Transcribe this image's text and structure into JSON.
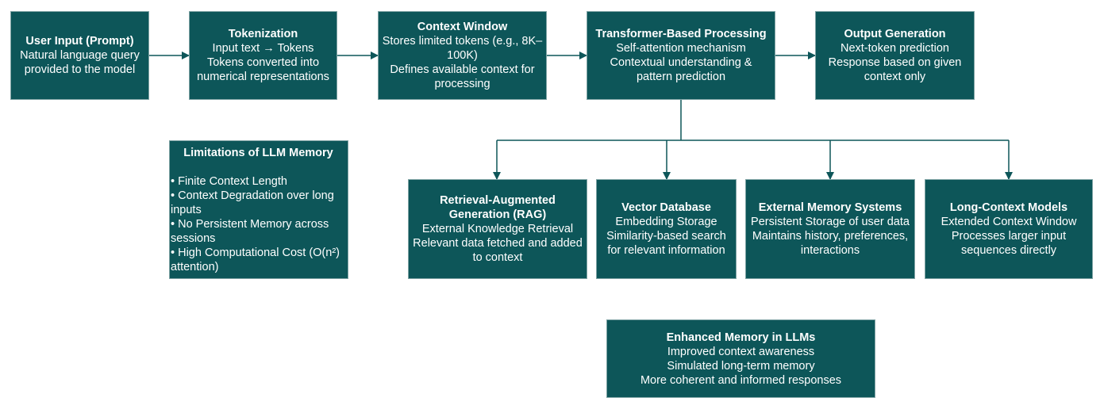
{
  "colors": {
    "box_fill": "#0d5659",
    "box_border": "#7fa3a4",
    "text": "#ffffff",
    "connector": "#0d5659"
  },
  "pipeline": {
    "user_input": {
      "title": "User Input (Prompt)",
      "lines": [
        "Natural language query",
        "provided to the model"
      ]
    },
    "tokenization": {
      "title": "Tokenization",
      "lines": [
        "Input text → Tokens",
        "Tokens converted into",
        "numerical representations"
      ]
    },
    "context_window": {
      "title": "Context Window",
      "lines": [
        "Stores limited tokens (e.g., 8K–",
        "100K)",
        "Defines available context for",
        "processing"
      ]
    },
    "transformer": {
      "title": "Transformer-Based Processing",
      "lines": [
        "Self-attention mechanism",
        "Contextual understanding &",
        "pattern prediction"
      ]
    },
    "output": {
      "title": "Output Generation",
      "lines": [
        "Next-token prediction",
        "Response based on given",
        "context only"
      ]
    }
  },
  "limitations": {
    "title": "Limitations of LLM Memory",
    "items": [
      "• Finite Context Length",
      "• Context Degradation over long inputs",
      "• No Persistent Memory across sessions",
      "• High Computational Cost (O(n²) attention)"
    ]
  },
  "enhancements": {
    "rag": {
      "title_lines": [
        "Retrieval-Augmented",
        "Generation (RAG)"
      ],
      "lines": [
        "External Knowledge Retrieval",
        "Relevant data fetched and added",
        "to context"
      ]
    },
    "vector_db": {
      "title": "Vector Database",
      "lines": [
        "Embedding Storage",
        "Similarity-based search",
        "for relevant information"
      ]
    },
    "external_memory": {
      "title": "External Memory Systems",
      "lines": [
        "Persistent Storage of user data",
        "Maintains history, preferences,",
        "interactions"
      ]
    },
    "long_context": {
      "title": "Long-Context Models",
      "lines": [
        "Extended Context Window",
        "Processes larger input",
        "sequences directly"
      ]
    }
  },
  "enhanced_memory": {
    "title": "Enhanced Memory in LLMs",
    "lines": [
      "Improved context awareness",
      "Simulated long-term memory",
      "More coherent and informed responses"
    ]
  }
}
